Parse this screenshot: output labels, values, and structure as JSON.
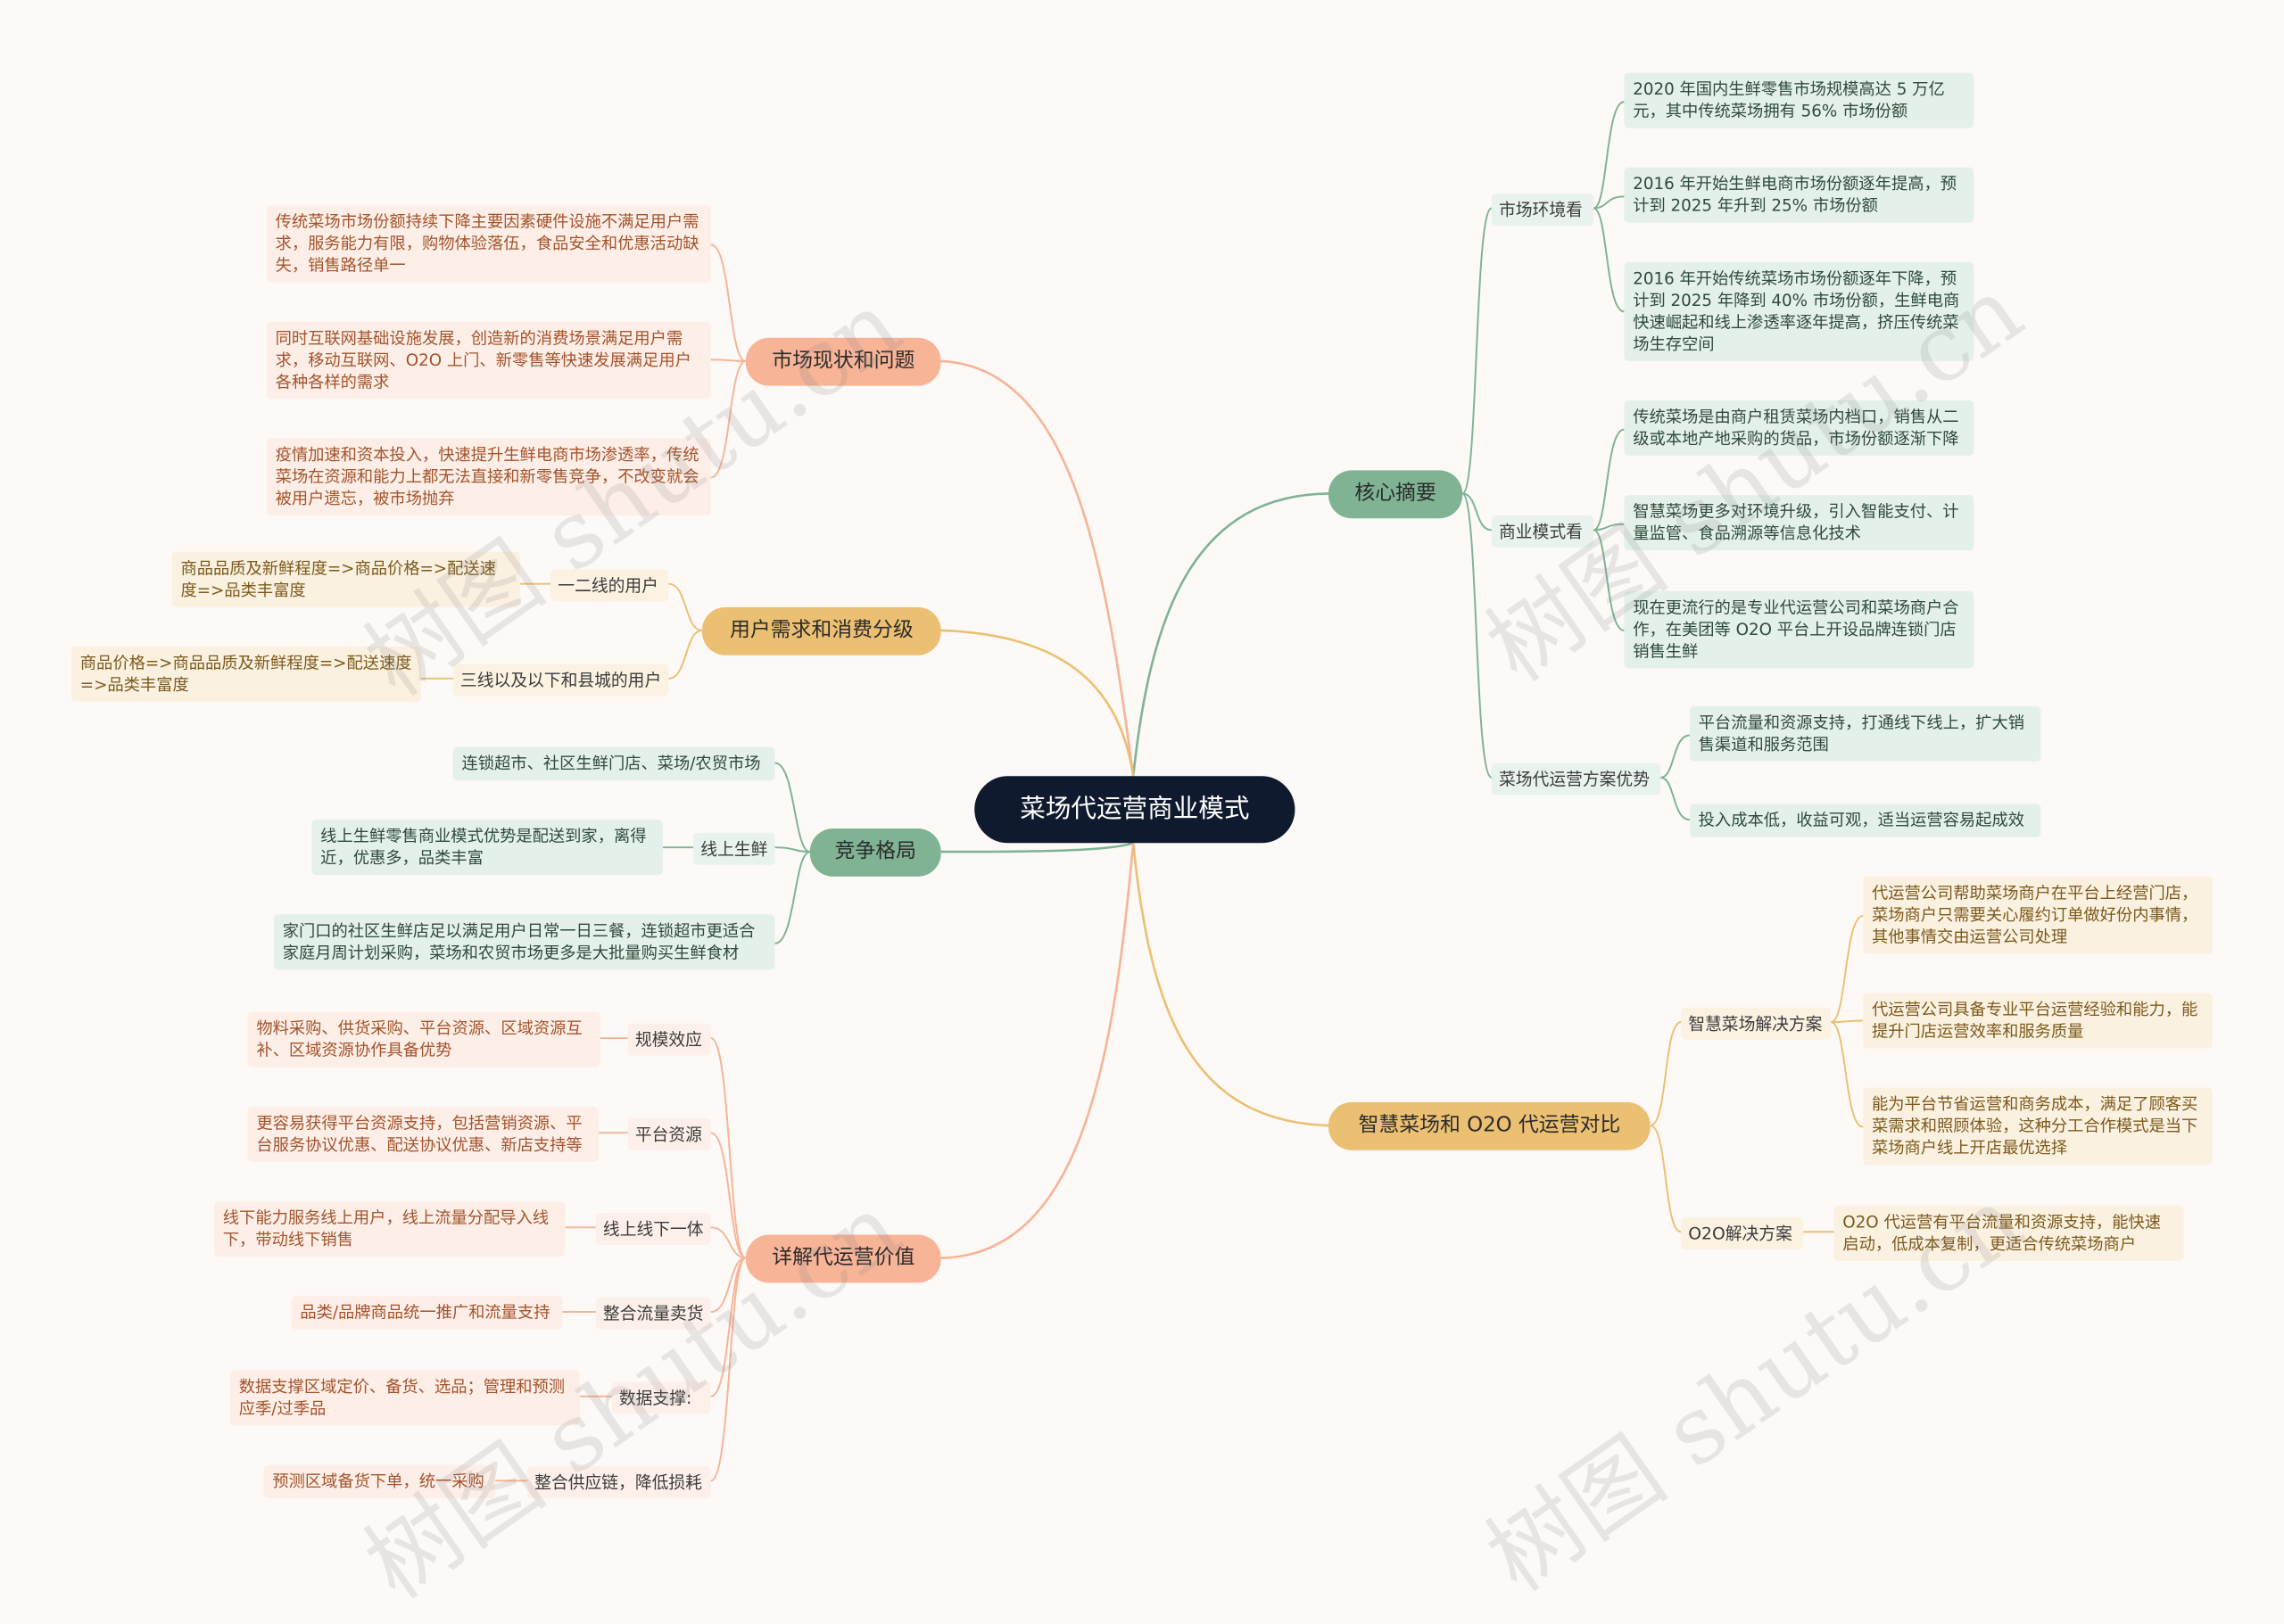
{
  "root": "菜场代运营商业模式",
  "branches": {
    "core": "核心摘要",
    "smart": "智慧菜场和 O2O 代运营对比",
    "market": "市场现状和问题",
    "demand": "用户需求和消费分级",
    "competition": "竞争格局",
    "value": "详解代运营价值"
  },
  "core": {
    "env": {
      "label": "市场环境看",
      "items": [
        "2020 年国内生鲜零售市场规模高达 5 万亿元，其中传统菜场拥有 56% 市场份额",
        "2016 年开始生鲜电商市场份额逐年提高，预计到 2025 年升到 25% 市场份额",
        " 2016 年开始传统菜场市场份额逐年下降，预计到 2025 年降到 40% 市场份额，生鲜电商快速崛起和线上渗透率逐年提高，挤压传统菜场生存空间"
      ]
    },
    "model": {
      "label": "商业模式看",
      "items": [
        "传统菜场是由商户租赁菜场内档口，销售从二级或本地产地采购的货品，市场份额逐渐下降",
        "智慧菜场更多对环境升级，引入智能支付、计量监管、食品溯源等信息化技术",
        "现在更流行的是专业代运营公司和菜场商户合作，在美团等 O2O 平台上开设品牌连锁门店销售生鲜"
      ]
    },
    "advantage": {
      "label": "菜场代运营方案优势",
      "items": [
        "平台流量和资源支持，打通线下线上，扩大销售渠道和服务范围",
        "投入成本低，收益可观，适当运营容易起成效"
      ]
    }
  },
  "smart": {
    "solution": {
      "label": "智慧菜场解决方案",
      "items": [
        "代运营公司帮助菜场商户在平台上经营门店，菜场商户只需要关心履约订单做好份内事情，其他事情交由运营公司处理",
        "代运营公司具备专业平台运营经验和能力，能提升门店运营效率和服务质量",
        "能为平台节省运营和商务成本，满足了顾客买菜需求和照顾体验，这种分工合作模式是当下菜场商户线上开店最优选择"
      ]
    },
    "o2o": {
      "label": "O2O解决方案",
      "items": [
        "O2O 代运营有平台流量和资源支持，能快速启动，低成本复制，更适合传统菜场商户"
      ]
    }
  },
  "market": {
    "items": [
      "传统菜场市场份额持续下降主要因素硬件设施不满足用户需求，服务能力有限，购物体验落伍，食品安全和优惠活动缺失，销售路径单一",
      "同时互联网基础设施发展，创造新的消费场景满足用户需求，移动互联网、O2O 上门、新零售等快速发展满足用户各种各样的需求",
      "疫情加速和资本投入，快速提升生鲜电商市场渗透率，传统菜场在资源和能力上都无法直接和新零售竞争，不改变就会被用户遗忘，被市场抛弃"
    ]
  },
  "demand": {
    "tier1": {
      "label": "一二线的用户",
      "item": "商品品质及新鲜程度=>商品价格=>配送速度=>品类丰富度"
    },
    "tier3": {
      "label": "三线以及以下和县城的用户",
      "item": "商品价格=>商品品质及新鲜程度=>配送速度=>品类丰富度"
    }
  },
  "competition": {
    "top": "连锁超市、社区生鲜门店、菜场/农贸市场",
    "online": {
      "label": "线上生鲜",
      "item": "线上生鲜零售商业模式优势是配送到家，离得近，优惠多，品类丰富"
    },
    "bottom": "家门口的社区生鲜店足以满足用户日常一日三餐，连锁超市更适合家庭月周计划采购，菜场和农贸市场更多是大批量购买生鲜食材"
  },
  "value": {
    "items": [
      {
        "label": "规模效应",
        "item": "物料采购、供货采购、平台资源、区域资源互补、区域资源协作具备优势"
      },
      {
        "label": "平台资源",
        "item": "更容易获得平台资源支持，包括营销资源、平台服务协议优惠、配送协议优惠、新店支持等"
      },
      {
        "label": "线上线下一体",
        "item": "线下能力服务线上用户，线上流量分配导入线下，带动线下销售"
      },
      {
        "label": "整合流量卖货",
        "item": "品类/品牌商品统一推广和流量支持"
      },
      {
        "label": "数据支撑:",
        "item": "数据支撑区域定价、备货、选品；管理和预测应季/过季品"
      },
      {
        "label": "整合供应链，降低损耗",
        "item": "预测区域备货下单，统一采购"
      }
    ]
  },
  "watermark": "树图 shutu.cn",
  "colors": {
    "green": "#7fb394",
    "orange": "#f7b497",
    "yellow": "#ecc072",
    "root": "#0f1a2e"
  }
}
